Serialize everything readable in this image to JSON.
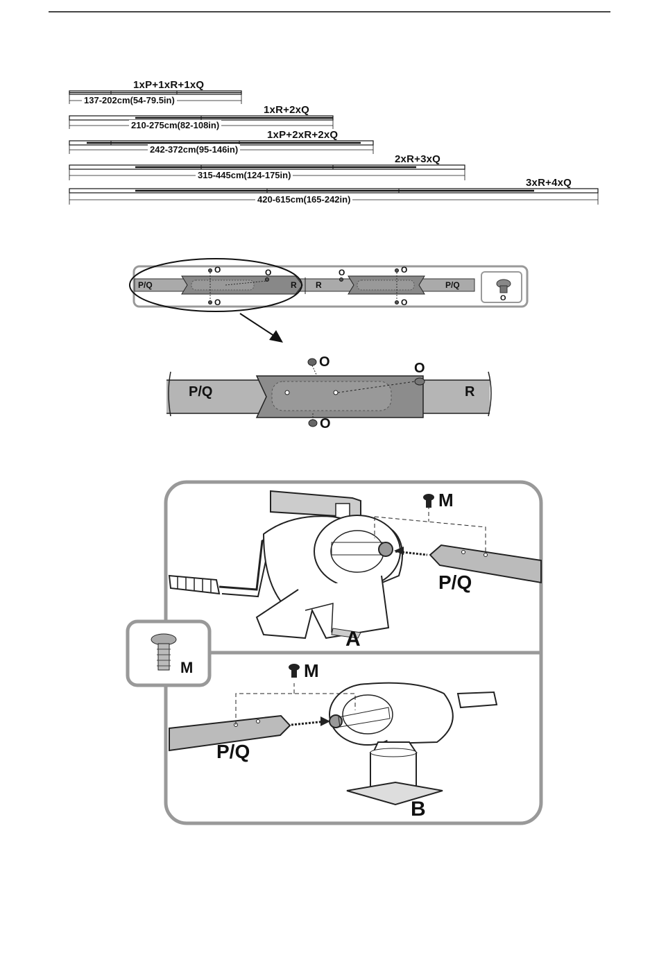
{
  "lengths": [
    {
      "combo": "1xP+1xR+1xQ",
      "range": "137-202cm(54-79.5in)"
    },
    {
      "combo": "1xR+2xQ",
      "range": "210-275cm(82-108in)"
    },
    {
      "combo": "1xP+2xR+2xQ",
      "range": "242-372cm(95-146in)"
    },
    {
      "combo": "2xR+3xQ",
      "range": "315-445cm(124-175in)"
    },
    {
      "combo": "3xR+4xQ",
      "range": "420-615cm(165-242in)"
    }
  ],
  "joint_overview": {
    "left_tube": "P/Q",
    "mid_left": "R",
    "mid_right": "R",
    "right_tube": "P/Q",
    "screw_label": "O",
    "legend_screw": "O"
  },
  "joint_detail": {
    "left_tube": "P/Q",
    "right_tube": "R",
    "screw_label": "O"
  },
  "reel_assembly": {
    "screw_label": "M",
    "legend_screw": "M",
    "tube_label": "P/Q",
    "panel_a": "A",
    "panel_b": "B"
  }
}
